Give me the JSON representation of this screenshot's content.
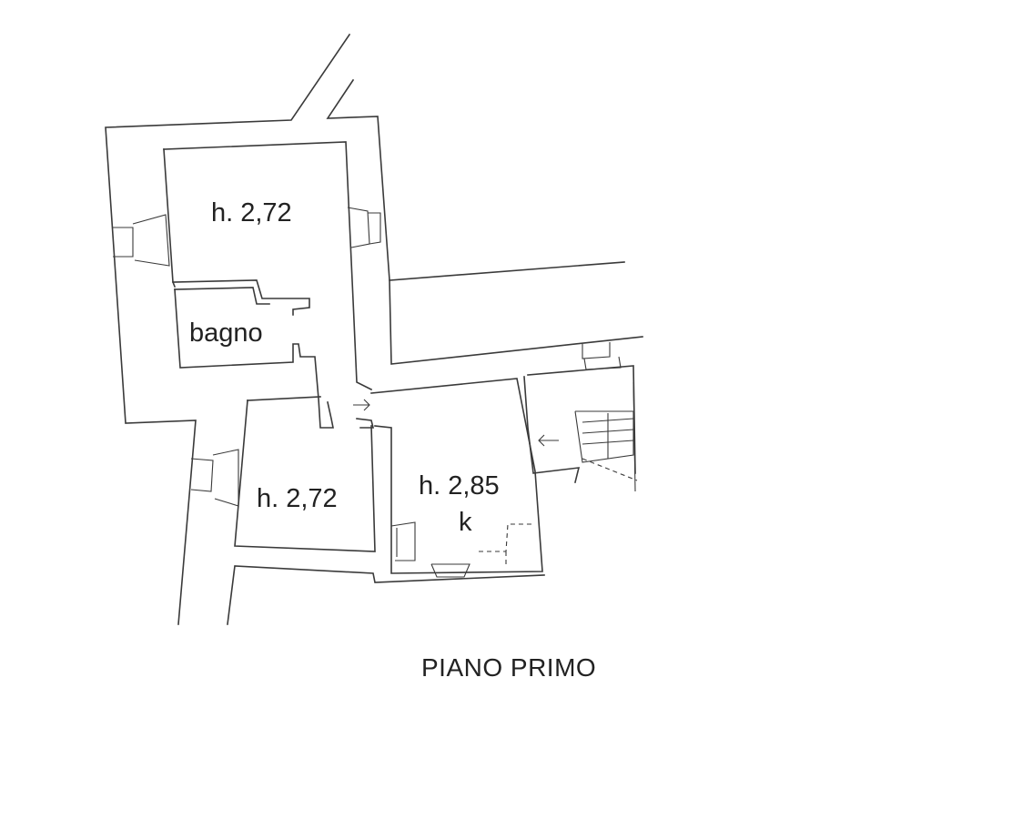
{
  "plan": {
    "rooms": [
      {
        "id": "room-top",
        "label": "h. 2,72"
      },
      {
        "id": "bathroom",
        "label": "bagno"
      },
      {
        "id": "room-bottom",
        "label": "h. 2,72"
      },
      {
        "id": "kitchen",
        "label": "h. 2,85",
        "sublabel": "k"
      }
    ],
    "floor_label": "PIANO PRIMO"
  }
}
